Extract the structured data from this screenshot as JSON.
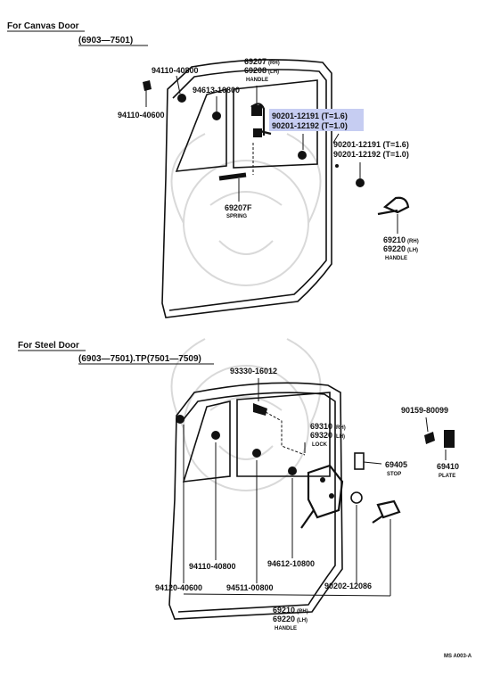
{
  "sections": {
    "canvas_title": "For Canvas Door",
    "canvas_range": "(6903—7501)",
    "steel_title": "For Steel Door",
    "steel_range": "(6903—7501).TP(7501—7509)"
  },
  "canvas_parts": {
    "bolt_top": "94110-40800",
    "bolt_left": "94110-40600",
    "nut": "94613-10800",
    "handle_rh": "69207",
    "handle_lh": "69208",
    "handle_name": "HANDLE",
    "highlight_1": "90201-12191 (T=1.6)",
    "highlight_2": "90201-12192 (T=1.0)",
    "washer_1": "90201-12191 (T=1.6)",
    "washer_2": "90201-12192 (T=1.0)",
    "spring_no": "69207F",
    "spring_name": "SPRING",
    "outer_rh": "69210",
    "outer_lh": "69220",
    "outer_name": "HANDLE"
  },
  "steel_parts": {
    "bolt": "93330-16012",
    "lock_rh": "69310",
    "lock_lh": "69320",
    "lock_name": "LOCK",
    "screw": "90159-80099",
    "stop_no": "69405",
    "stop_name": "STOP",
    "plate_no": "69410",
    "plate_name": "PLATE",
    "bolt_a": "94110-40800",
    "bolt_b": "94612-10800",
    "bolt_c": "94120-40600",
    "bolt_d": "94511-00800",
    "washer": "90202-12086",
    "handle_rh": "69210",
    "handle_lh": "69220",
    "handle_name": "HANDLE"
  },
  "tags": {
    "rh": "(RH)",
    "lh": "(LH)"
  },
  "footer": {
    "ref": "MS A003-A"
  },
  "colors": {
    "highlight": "#c6cdf2",
    "ink": "#111111"
  }
}
